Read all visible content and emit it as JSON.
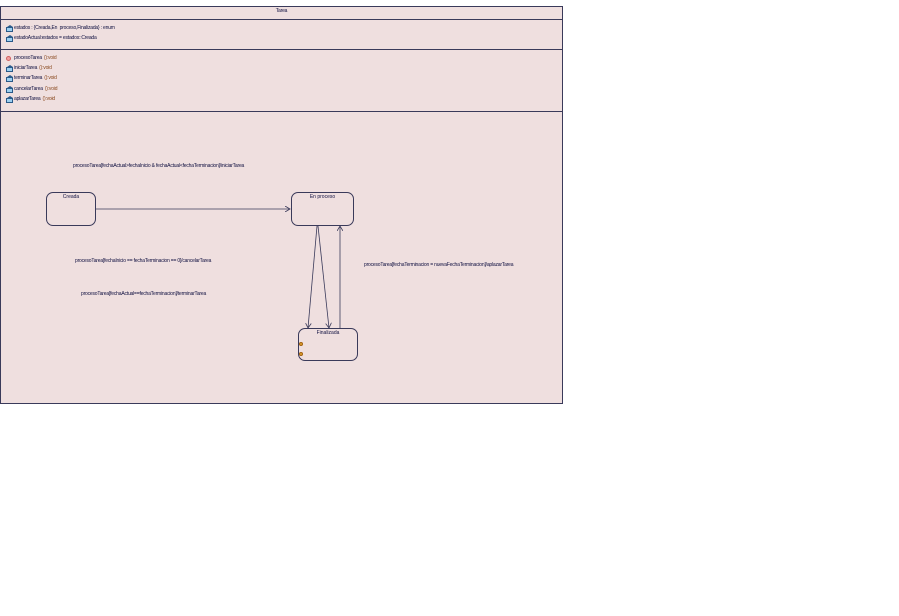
{
  "class_name": "Tarea",
  "attributes": [
    {
      "name": "estados : {Creada,En  proceso,Finalizada} : enum",
      "icon": "public-icon"
    },
    {
      "name": "estadoActual:estados = estados::Creada",
      "icon": "public-icon"
    }
  ],
  "operations": [
    {
      "name": "procesoTarea",
      "ret": "():void",
      "icon": "private-icon"
    },
    {
      "name": "iniciarTarea",
      "ret": "():void",
      "icon": "public-icon"
    },
    {
      "name": "terminarTarea",
      "ret": "():void",
      "icon": "public-icon"
    },
    {
      "name": "cancelarTarea",
      "ret": "():void",
      "icon": "public-icon"
    },
    {
      "name": "aplazarTarea",
      "ret": "():void",
      "icon": "public-icon"
    }
  ],
  "states": {
    "creada": "Creada",
    "en_proceso": "En   proceso",
    "finalizada": "Finalizada"
  },
  "transitions": {
    "iniciar": "procesoTarea[fechaActual>fechaInicio & fechaActual<fechaTerminacion]/iniciarTarea",
    "cancelar": "procesoTarea[fechaInicio == fechaTerminacion == 0]/cancelarTarea",
    "terminar": "procesoTarea[fechaActual==fechaTerminacion]/terminarTarea",
    "aplazar": "procesoTarea[fechaTerminacion = nuevaFechaTerminacion]/aplazarTarea"
  },
  "colors": {
    "background": "#efdfdf",
    "border": "#3a3a5a",
    "text": "#101040",
    "return_type": "#8a4a20"
  }
}
